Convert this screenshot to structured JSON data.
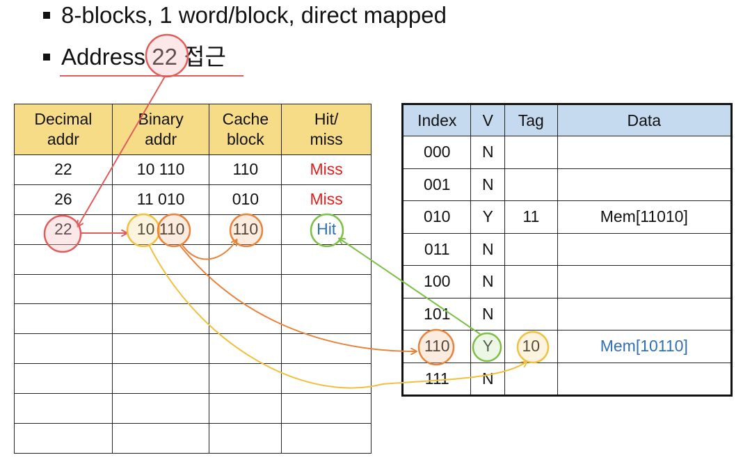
{
  "bullets": [
    "8-blocks, 1 word/block, direct mapped",
    "Address 22 접근"
  ],
  "access_table": {
    "headers": [
      "Decimal\naddr",
      "Binary\naddr",
      "Cache\nblock",
      "Hit/\nmiss"
    ],
    "rows": [
      [
        "22",
        "10 110",
        "110",
        "Miss"
      ],
      [
        "26",
        "11 010",
        "010",
        "Miss"
      ],
      [
        "22",
        "10 110",
        "110",
        "Hit"
      ],
      [
        "",
        "",
        "",
        ""
      ],
      [
        "",
        "",
        "",
        ""
      ],
      [
        "",
        "",
        "",
        ""
      ],
      [
        "",
        "",
        "",
        ""
      ],
      [
        "",
        "",
        "",
        ""
      ],
      [
        "",
        "",
        "",
        ""
      ],
      [
        "",
        "",
        "",
        ""
      ]
    ]
  },
  "cache_table": {
    "headers": [
      "Index",
      "V",
      "Tag",
      "Data"
    ],
    "rows": [
      [
        "000",
        "N",
        "",
        ""
      ],
      [
        "001",
        "N",
        "",
        ""
      ],
      [
        "010",
        "Y",
        "11",
        "Mem[11010]"
      ],
      [
        "011",
        "N",
        "",
        ""
      ],
      [
        "100",
        "N",
        "",
        ""
      ],
      [
        "101",
        "N",
        "",
        ""
      ],
      [
        "110",
        "Y",
        "10",
        "Mem[10110]"
      ],
      [
        "111",
        "N",
        "",
        ""
      ]
    ]
  },
  "colors": {
    "header_yellow": "#f7dc88",
    "header_blue": "#c5d9ef",
    "miss_red": "#e0201c",
    "hit_blue": "#2e6fb5",
    "annot_red": "#e35a5a",
    "annot_orange": "#e8823a",
    "annot_yellow": "#f0c040",
    "annot_green": "#7dbf46"
  }
}
